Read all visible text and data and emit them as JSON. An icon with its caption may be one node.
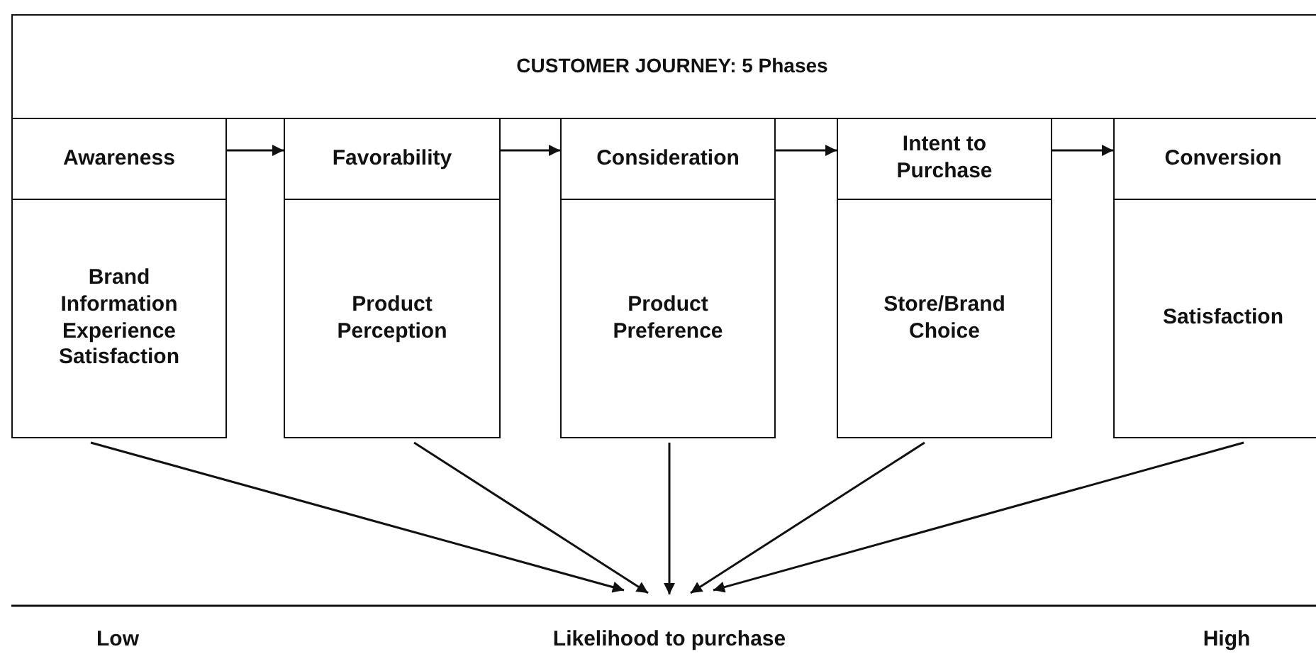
{
  "diagram": {
    "nodes": [
      {
        "text": [
          "CUSTOMER JOURNEY: 5 Phases"
        ]
      },
      {
        "text": [
          "Awareness"
        ]
      },
      {
        "text": [
          "Favorability"
        ]
      },
      {
        "text": [
          "Consideration"
        ]
      },
      {
        "text": [
          "Intent to Purchase"
        ]
      },
      {
        "text": [
          "Conversion"
        ]
      },
      {
        "text": [
          "Brand Information Experience Satisfaction"
        ]
      },
      {
        "text": [
          "Product Perception"
        ]
      },
      {
        "text": [
          "Product Preference"
        ]
      },
      {
        "text": [
          "Store/Brand Choice"
        ]
      },
      {
        "text": [
          "Satisfaction"
        ]
      }
    ],
    "edges": [
      {
        "from": 1,
        "to": 2,
        "arrow": "to"
      },
      {
        "from": 2,
        "to": 3,
        "arrow": "to"
      },
      {
        "from": 3,
        "to": 4,
        "arrow": "to"
      },
      {
        "from": 4,
        "to": 5,
        "arrow": "to"
      },
      {
        "from": 6,
        "to": null,
        "arrow": "to"
      },
      {
        "from": 7,
        "to": null,
        "arrow": "to"
      },
      {
        "from": 8,
        "to": null,
        "arrow": "to"
      },
      {
        "from": 9,
        "to": null,
        "arrow": "to"
      },
      {
        "from": 10,
        "to": null,
        "arrow": "to"
      }
    ],
    "labels": [
      "Low",
      "Likelihood to purchase",
      "High"
    ]
  }
}
